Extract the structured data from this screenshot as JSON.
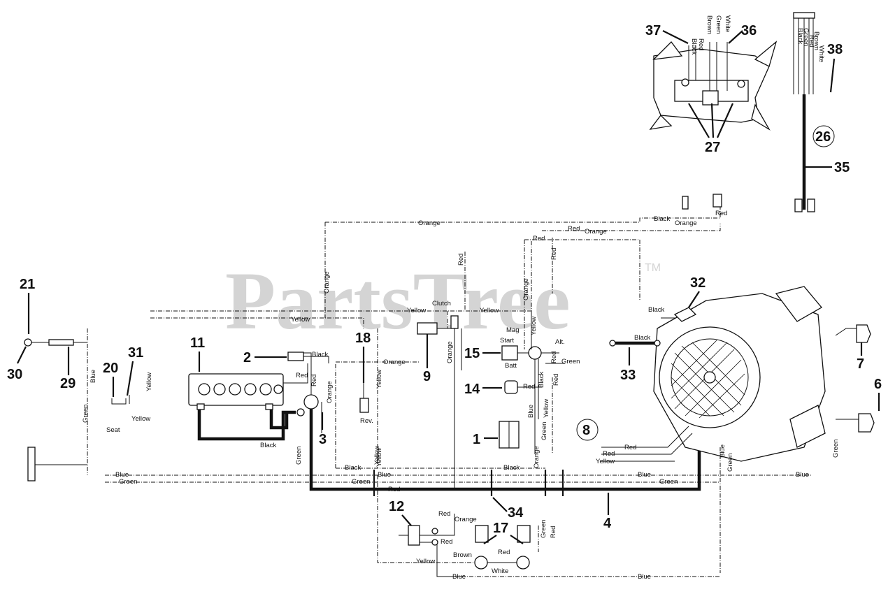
{
  "watermark": {
    "brand": "PartsTree",
    "trademark": "TM"
  },
  "callouts": {
    "c1": "1",
    "c2": "2",
    "c3": "3",
    "c4": "4",
    "c6": "6",
    "c7": "7",
    "c8": "8",
    "c9": "9",
    "c11": "11",
    "c12": "12",
    "c14": "14",
    "c15": "15",
    "c17": "17",
    "c18": "18",
    "c20": "20",
    "c21": "21",
    "c26": "26",
    "c27": "27",
    "c29": "29",
    "c30": "30",
    "c31": "31",
    "c32": "32",
    "c33": "33",
    "c34": "34",
    "c35": "35",
    "c36": "36",
    "c37": "37",
    "c38": "38"
  },
  "wire_labels": {
    "black_top": "Black",
    "orange_top_right": "Orange",
    "red_top": "Red",
    "orange_top_mid": "Orange",
    "orange_top_left": "Orange",
    "red_upper": "Red",
    "orange_vert_left": "Orange",
    "yellow_top": "Yellow",
    "yellow_mid": "Yellow",
    "yellow_left": "Yellow",
    "clutch": "Clutch",
    "black_32": "Black",
    "black_33": "Black",
    "black_2": "Black",
    "orange_2": "Orange",
    "red_11": "Red",
    "red_3": "Red",
    "orange_3": "Orange",
    "yellow_18": "Yellow",
    "rev": "Rev.",
    "orange_9": "Orange",
    "red_9": "Red",
    "mag": "Mag",
    "start": "Start",
    "batt": "Batt",
    "alt": "Alt.",
    "yellow_15": "Yellow",
    "red_15": "Red",
    "green_15": "Green",
    "black_15": "Black",
    "red_14": "Red",
    "red_vert_15": "Red",
    "red_vert_top": "Red",
    "blue_1": "Blue",
    "yellow_1": "Yellow",
    "green_1": "Green",
    "orange_1": "Orange",
    "red_8a": "Red",
    "red_8b": "Red",
    "yellow_8": "Yellow",
    "blue_main_left": "Blue",
    "green_main_left": "Green",
    "blue_main_mid": "Blue",
    "green_main_mid": "Green",
    "blue_main_right": "Blue",
    "green_main_right": "Green",
    "blue_far_right": "Blue",
    "black_main_left": "Black",
    "black_main_right": "Black",
    "red_main": "Red",
    "blue_vert_eng": "Blue",
    "green_vert_eng": "Green",
    "green_right": "Green",
    "green_left": "Green",
    "blue_left": "Blue",
    "yellow_left_vert": "Yellow",
    "yellow_20": "Yellow",
    "seat": "Seat",
    "green_vert_mid": "Green",
    "yellow_vert_mid": "Yellow",
    "red_12": "Red",
    "orange_12": "Orange",
    "red_12b": "Red",
    "brown_12": "Brown",
    "yellow_12": "Yellow",
    "blue_12": "Blue",
    "white_12": "White",
    "red_17": "Red",
    "blue_bottom": "Blue",
    "green_17": "Green",
    "red_17b": "Red",
    "black_11": "Black",
    "red_top_conn": "Red",
    "h36_black": "Black",
    "h36_red": "Red",
    "h36_brown": "Brown",
    "h36_green": "Green",
    "h36_white": "White",
    "h38_black": "Black",
    "h38_green": "Green",
    "h38_red": "Red",
    "h38_brown": "Brown",
    "h38_white": "White"
  }
}
